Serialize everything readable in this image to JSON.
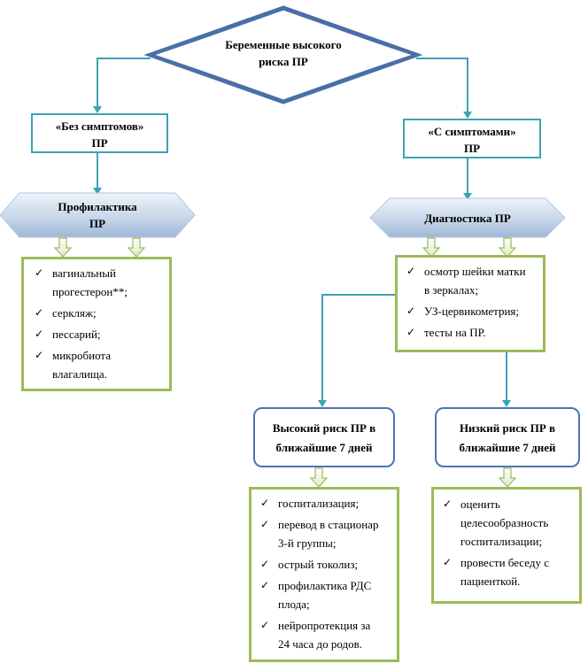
{
  "top": {
    "line1": "Беременные высокого",
    "line2": "риска ПР"
  },
  "left_branch": {
    "label_line1": "«Без симптомов»",
    "label_line2": "ПР",
    "action_line1": "Профилактика",
    "action_line2": "ПР",
    "items": [
      [
        "вагинальный",
        "прогестерон**;"
      ],
      [
        "серкляж;"
      ],
      [
        "пессарий;"
      ],
      [
        "микробиота",
        "влагалища."
      ]
    ]
  },
  "right_branch": {
    "label_line1": "«С симптомами»",
    "label_line2": "ПР",
    "action_line1": "Диагностика ПР",
    "items": [
      [
        "осмотр шейки матки",
        "в зеркалах;"
      ],
      [
        "УЗ-цервикометрия;"
      ],
      [
        "тесты на ПР."
      ]
    ]
  },
  "high_risk": {
    "line1": "Высокий риск ПР в",
    "line2": "ближайшие  7 дней",
    "items": [
      [
        "госпитализация;"
      ],
      [
        "перевод в стационар",
        "3-й группы;"
      ],
      [
        "острый токолиз;"
      ],
      [
        "профилактика  РДС",
        "плода;"
      ],
      [
        "нейропротекция   за",
        "24 часа до родов."
      ]
    ]
  },
  "low_risk": {
    "line1": "Низкий риск ПР в",
    "line2": "ближайшие  7 дней",
    "items": [
      [
        "оценить",
        "целесообразность",
        "госпитализации;"
      ],
      [
        "провести  беседу  с",
        "пациенткой."
      ]
    ]
  },
  "colors": {
    "connector": "#3aa3b3",
    "green_border": "#9bbb59",
    "blue_border": "#4a76ad",
    "diamond_border": "#4a6fa8",
    "hex_fill_top": "#e6eef7",
    "hex_fill_bottom": "#a9c0dc"
  }
}
